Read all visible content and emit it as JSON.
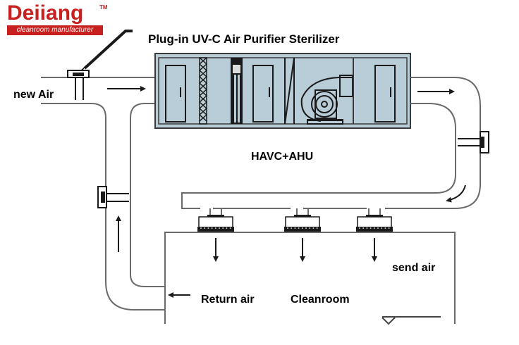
{
  "logo": {
    "brand": "Deiiang",
    "trademark": "TM",
    "tagline": "cleanroom manufacturer",
    "color": "#c8201e"
  },
  "labels": {
    "title": "Plug-in UV-C Air Purifier Sterilizer",
    "new_air": "new Air",
    "unit": "HAVC+AHU",
    "send_air": "send air",
    "return_air": "Return air",
    "cleanroom": "Cleanroom"
  },
  "colors": {
    "unit_fill": "#b9cdd8",
    "line": "#6b6b6b",
    "dark": "#1a1a1a"
  },
  "diffusers": [
    "diffuser-1",
    "diffuser-2",
    "diffuser-3"
  ]
}
